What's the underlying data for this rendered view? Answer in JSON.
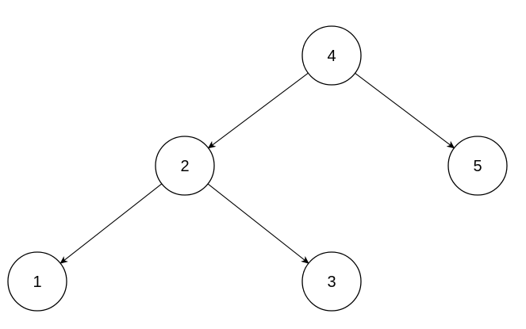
{
  "tree": {
    "nodes": [
      {
        "id": "n4",
        "label": "4"
      },
      {
        "id": "n2",
        "label": "2"
      },
      {
        "id": "n5",
        "label": "5"
      },
      {
        "id": "n1",
        "label": "1"
      },
      {
        "id": "n3",
        "label": "3"
      }
    ],
    "edges": [
      {
        "from": "n4",
        "to": "n2"
      },
      {
        "from": "n4",
        "to": "n5"
      },
      {
        "from": "n2",
        "to": "n1"
      },
      {
        "from": "n2",
        "to": "n3"
      }
    ]
  }
}
